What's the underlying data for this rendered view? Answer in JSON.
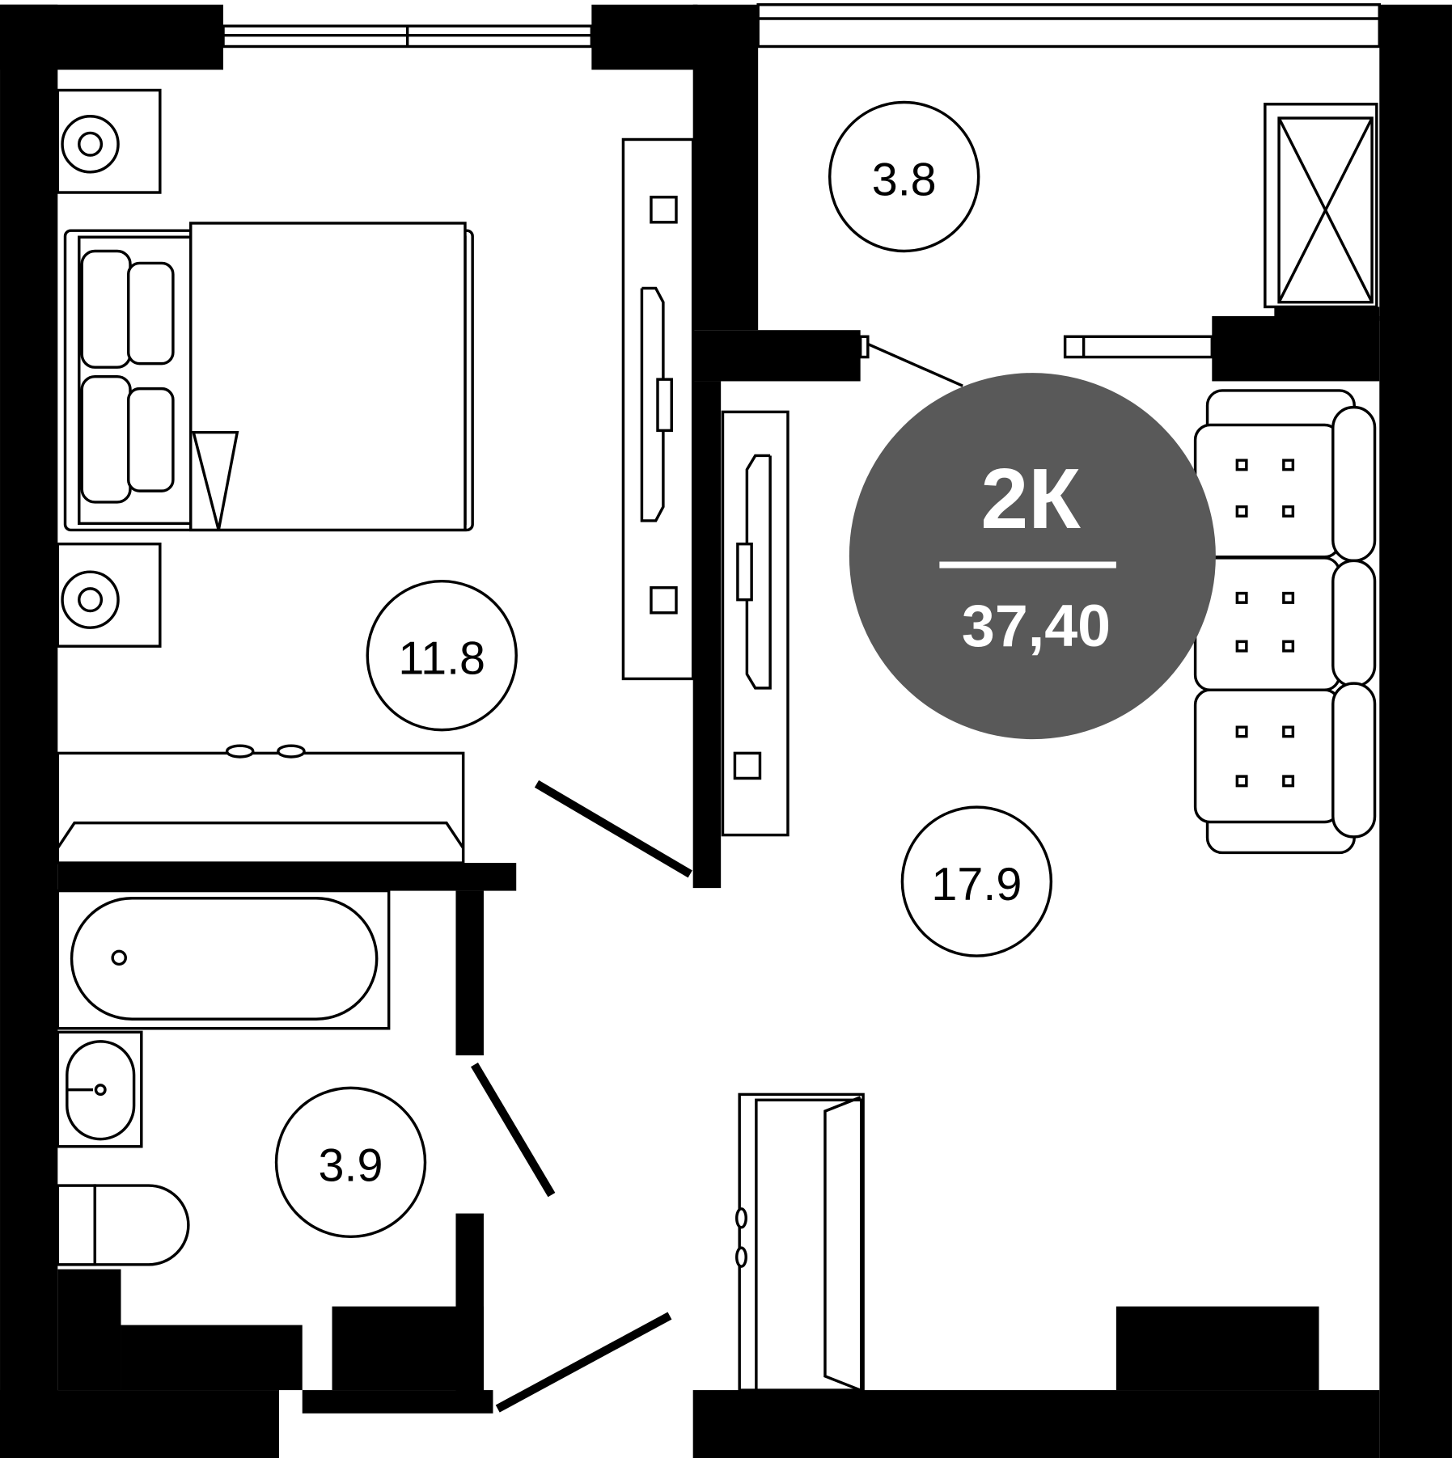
{
  "plan": {
    "apartment_type": "2К",
    "total_area": "37,40",
    "badge_color": "#595959",
    "rooms": [
      {
        "name": "bedroom",
        "area": "11.8"
      },
      {
        "name": "balcony",
        "area": "3.8"
      },
      {
        "name": "living-room",
        "area": "17.9"
      },
      {
        "name": "bathroom",
        "area": "3.9"
      }
    ]
  }
}
